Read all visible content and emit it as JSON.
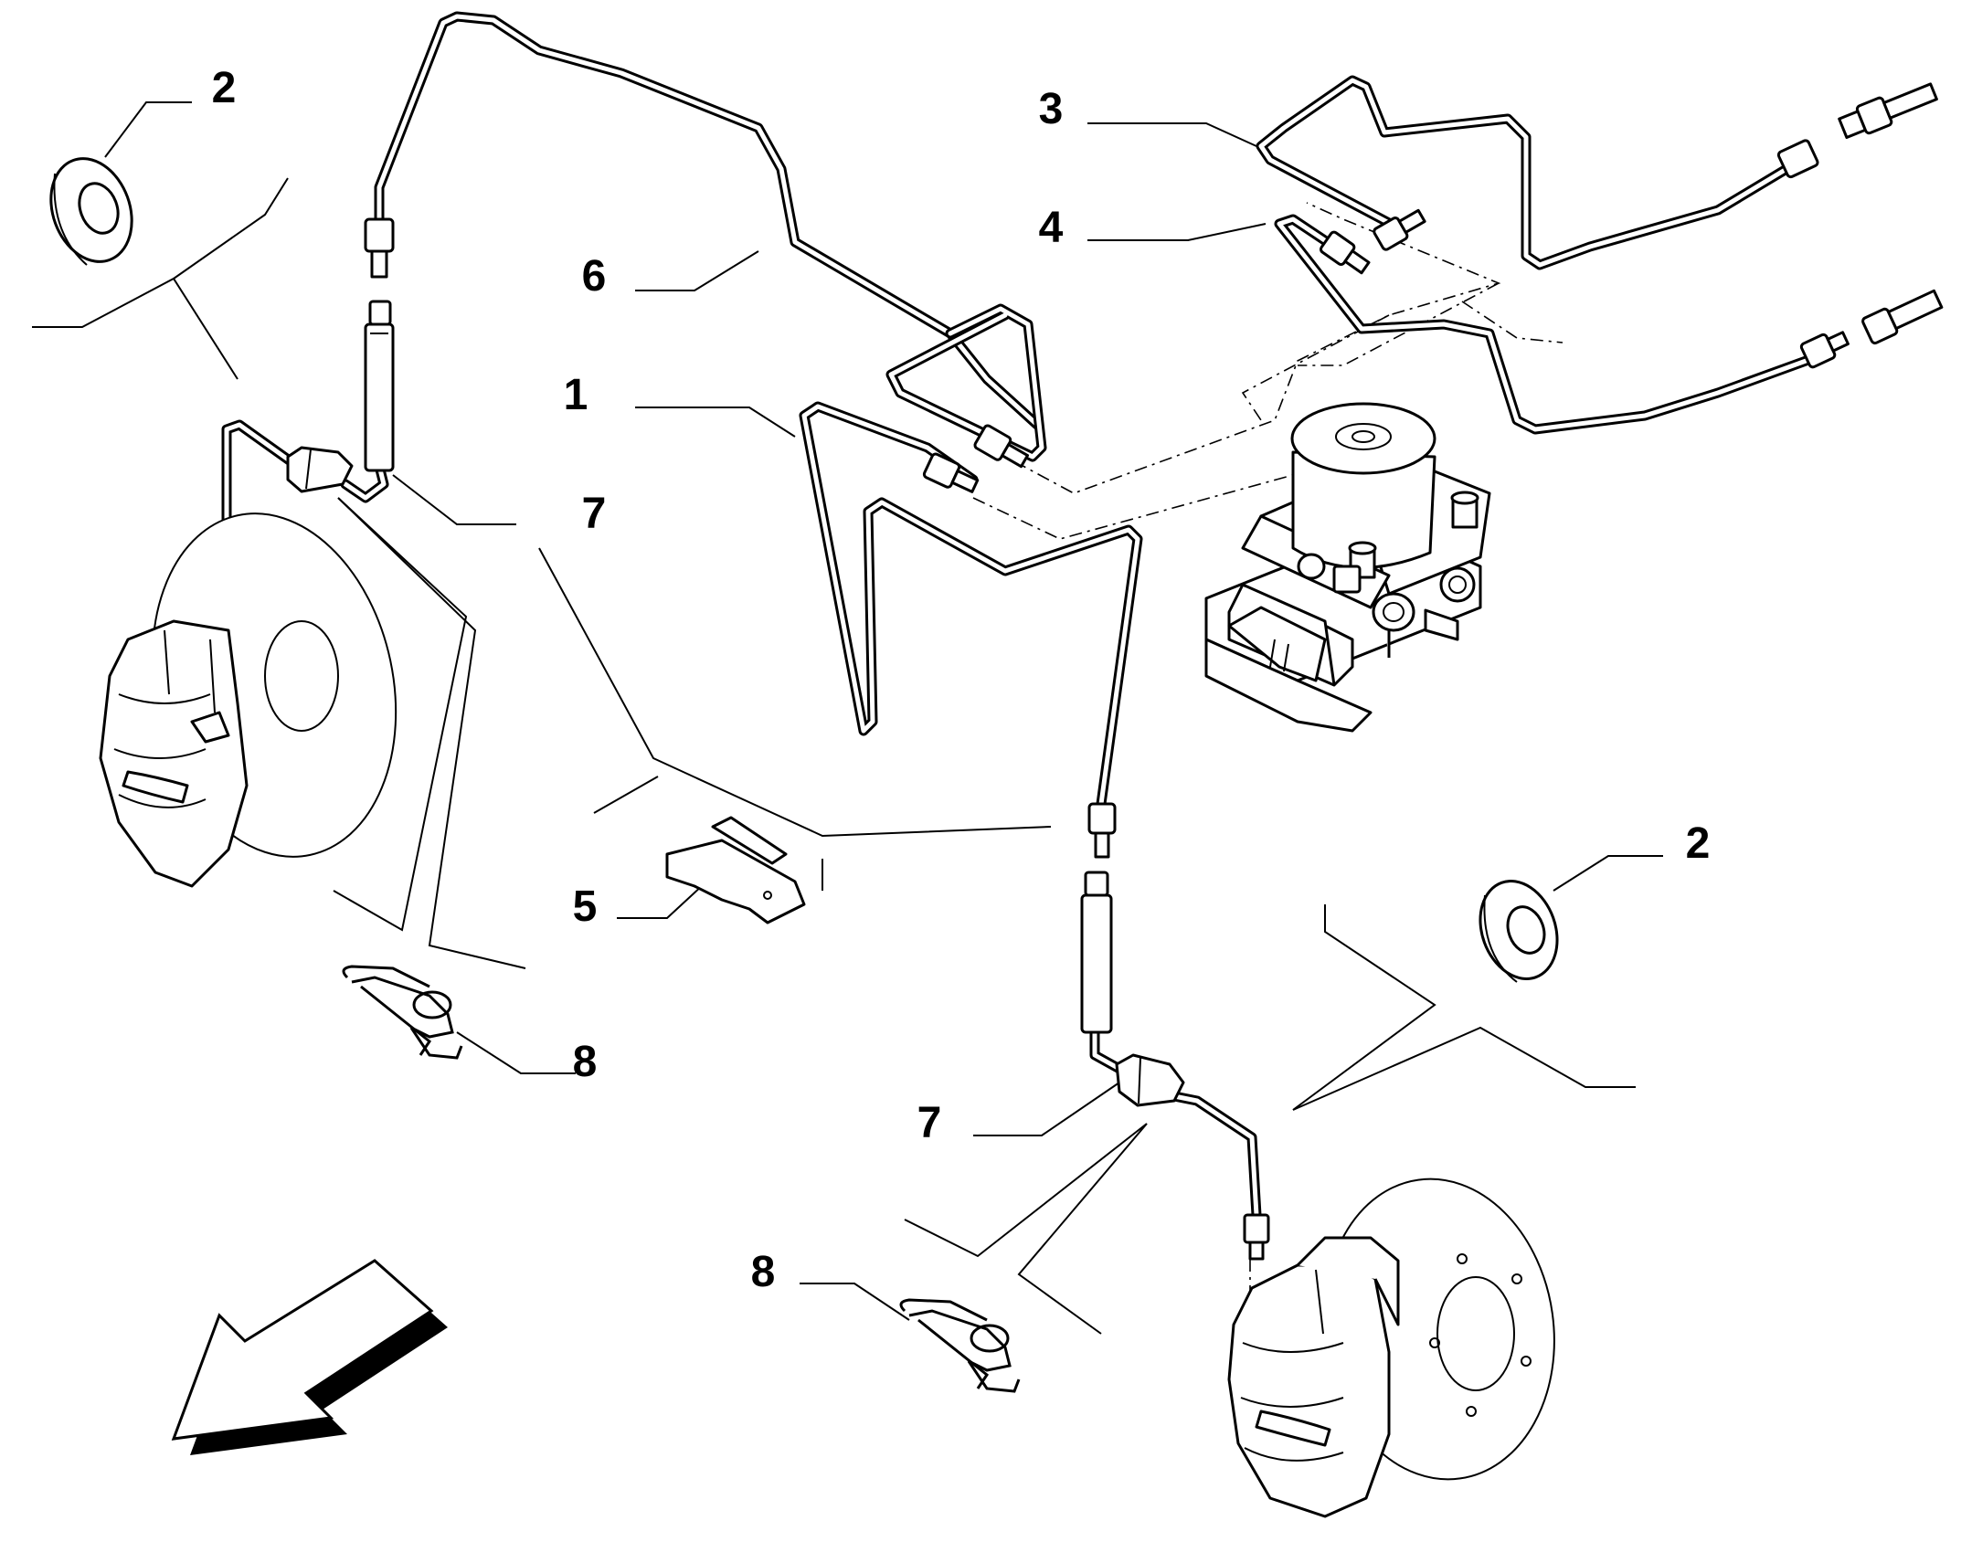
{
  "callouts": [
    {
      "id": "1",
      "label": "1"
    },
    {
      "id": "2",
      "label": "2"
    },
    {
      "id": "2b",
      "label": "2"
    },
    {
      "id": "3",
      "label": "3"
    },
    {
      "id": "4",
      "label": "4"
    },
    {
      "id": "5",
      "label": "5"
    },
    {
      "id": "6",
      "label": "6"
    },
    {
      "id": "7",
      "label": "7"
    },
    {
      "id": "7b",
      "label": "7"
    },
    {
      "id": "8",
      "label": "8"
    },
    {
      "id": "8b",
      "label": "8"
    }
  ],
  "icons": {
    "direction": "forward-direction-arrow-icon"
  }
}
